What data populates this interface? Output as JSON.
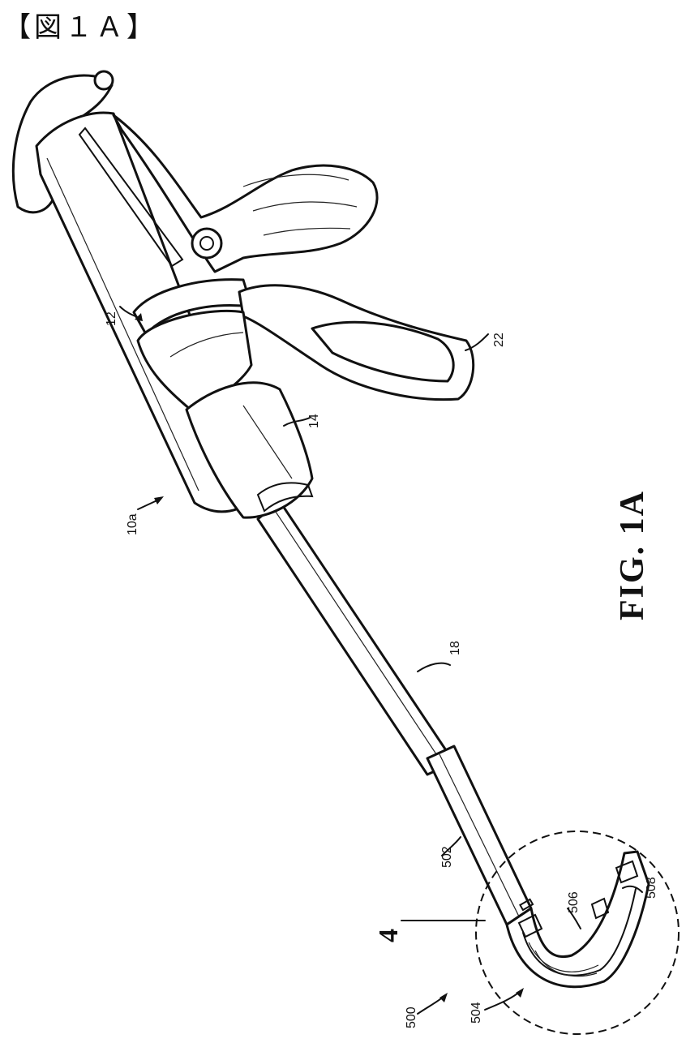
{
  "header": {
    "title": "【図１Ａ】"
  },
  "figure": {
    "caption": "FIG. 1A",
    "ref_numbers": {
      "r12": "12",
      "r14": "14",
      "r22": "22",
      "r10a": "10a",
      "r18": "18",
      "r502": "502",
      "r4": "4",
      "r506": "506",
      "r508": "508",
      "r500": "500",
      "r504": "504"
    }
  }
}
